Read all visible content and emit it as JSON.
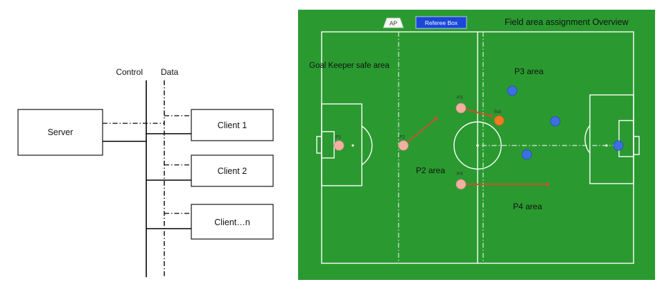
{
  "network": {
    "control_label": "Control",
    "data_label": "Data",
    "server_label": "Server",
    "clients": [
      "Client 1",
      "Client 2",
      "Client…n"
    ]
  },
  "field": {
    "ap_tab": "AP",
    "referee_box_button": "Referee Box",
    "overview_title": "Field area assignment Overview",
    "goal_keeper_area": "Goal Keeper safe area",
    "p2_area": "P2 area",
    "p3_area": "P3 area",
    "p4_area": "P4 area",
    "players": [
      "P1",
      "P2",
      "P3",
      "P4"
    ],
    "ball_label": "Ball",
    "colors": {
      "field_green": "#2a9a30",
      "own_player": "#f2b0a0",
      "opponent": "#3d6fe0",
      "ball": "#ee7a22",
      "arrow": "#c8532a",
      "referee_box": "#1a47d8"
    }
  }
}
